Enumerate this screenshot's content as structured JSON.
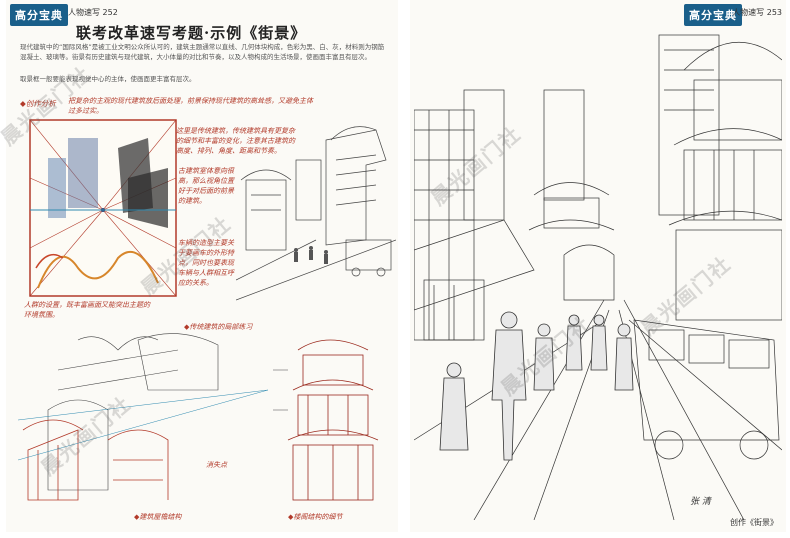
{
  "left_page": {
    "logo": "高分宝典",
    "header_label": "人物速写 252",
    "title": "联考改革速写考题·示例《街景》",
    "intro_paragraph": "现代建筑中的“国际风格”是被工业文明公众所认可的，建筑主题通常以直线、几何体块构成，色彩为黑、白、灰，材料则为钢筋混凝土、玻璃等。街景有历史建筑与现代建筑，大小体量的对比和节奏，以及人物构成的生活场景，使画面丰富且有层次。",
    "second_paragraph": "取景框一般要能表现视觉中心的主体，使画面更丰富有层次。",
    "section_label": "◆创作分析",
    "note_top": "把复杂的主观的现代建筑放后面处理，前景保持现代建筑的高耸感，又避免主体过多过实。",
    "note_mid1": "这里是传统建筑，传统建筑具有更复杂的细节和丰富的变化，注意其古建筑的高度、排列、角度、距离和节奏。",
    "note_mid2": "古建筑室体意向很高，那么视角位置好于对后面的前景的建筑。",
    "note_mid3": "车辆的造型主要关于要画车的外形特点，同时也要表现车辆与人群相互呼应的关系。",
    "note_bottom_left": "人群的设置，既丰富画面又能突出主题的环境氛围。",
    "note_bottom_right": "◆传统建筑的局部练习",
    "caption_left": "◆建筑屋檐结构",
    "caption_right": "◆楼阁结构的细节",
    "caption_mid": "消失点"
  },
  "right_page": {
    "logo": "高分宝典",
    "header_label": "人物速写 253",
    "footer": "创作《街景》",
    "signature": "张 清"
  },
  "watermark_text": "晨光画门社"
}
